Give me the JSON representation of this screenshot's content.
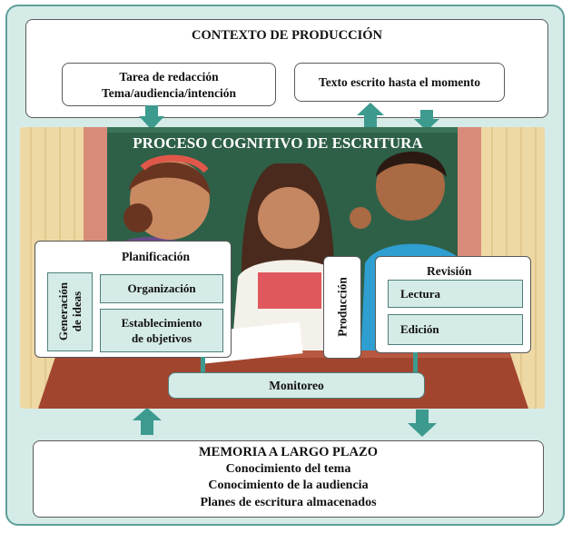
{
  "context": {
    "title": "CONTEXTO DE PRODUCCIÓN",
    "task_line1": "Tarea de redacción",
    "task_line2": "Tema/audiencia/intención",
    "text_so_far": "Texto escrito hasta el momento"
  },
  "process": {
    "title": "PROCESO COGNITIVO DE ESCRITURA",
    "planning": {
      "title": "Planificación",
      "idea_gen_line1": "Generación",
      "idea_gen_line2": "de ideas",
      "organization": "Organización",
      "goals_line1": "Establecimiento",
      "goals_line2": "de objetivos"
    },
    "production": "Producción",
    "revision": {
      "title": "Revisión",
      "reading": "Lectura",
      "editing": "Edición"
    },
    "monitoring": "Monitoreo"
  },
  "memory": {
    "title": "MEMORIA A LARGO PLAZO",
    "item1": "Conocimiento del tema",
    "item2": "Conocimiento de la audiencia",
    "item3": "Planes de escritura almacenados"
  },
  "colors": {
    "arrow": "#3d9a8f",
    "board": "#2e6048",
    "panel_fill": "#d5ebe8"
  }
}
